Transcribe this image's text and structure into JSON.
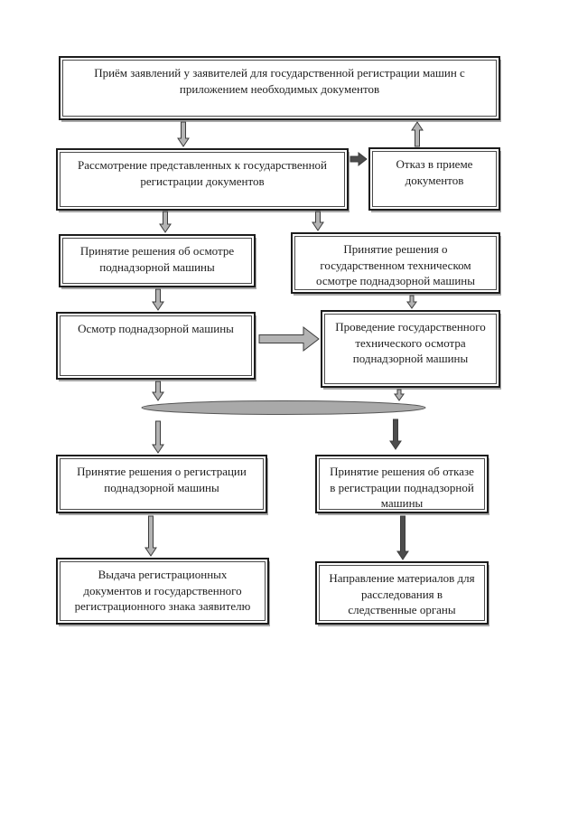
{
  "nodes": {
    "intake": {
      "label": "Приём заявлений у заявителей для государственной регистрации машин с приложением необходимых документов"
    },
    "review": {
      "label": "Рассмотрение представленных к государственной регистрации документов"
    },
    "refusal": {
      "label": "Отказ в приеме документов"
    },
    "decision_inspection": {
      "label": "Принятие решения об осмотре поднадзорной машины"
    },
    "decision_tech": {
      "label": "Принятие решения о государственном техническом осмотре поднадзорной машины"
    },
    "inspection": {
      "label": "Осмотр поднадзорной машины"
    },
    "tech_inspection": {
      "label": "Проведение государственного технического осмотра поднадзорной машины"
    },
    "decision_register": {
      "label": "Принятие решения о регистрации поднадзорной машины"
    },
    "decision_refuse": {
      "label": "Принятие решения об отказе в регистрации поднадзорной машины"
    },
    "issue_documents": {
      "label": "Выдача регистрационных документов и государственного регистрационного знака заявителю"
    },
    "send_materials": {
      "label": "Направление материалов для расследования в следственные органы"
    }
  },
  "connectors": [
    {
      "id": "intake-to-review",
      "style": "light"
    },
    {
      "id": "refusal-to-intake",
      "style": "light"
    },
    {
      "id": "review-to-refusal",
      "style": "dark"
    },
    {
      "id": "review-to-decision-inspection",
      "style": "light"
    },
    {
      "id": "review-to-decision-tech",
      "style": "light"
    },
    {
      "id": "decision-inspection-to-inspection",
      "style": "light"
    },
    {
      "id": "decision-tech-to-tech-inspection",
      "style": "light"
    },
    {
      "id": "inspection-to-tech-inspection",
      "style": "light"
    },
    {
      "id": "inspection-to-junction",
      "style": "light"
    },
    {
      "id": "tech-inspection-to-junction",
      "style": "light"
    },
    {
      "id": "junction-to-decision-register",
      "style": "light"
    },
    {
      "id": "junction-to-decision-refuse",
      "style": "dark"
    },
    {
      "id": "decision-register-to-issue",
      "style": "light"
    },
    {
      "id": "decision-refuse-to-send",
      "style": "dark"
    }
  ],
  "junction": {
    "shape": "ellipse"
  },
  "colors": {
    "page_bg": "#ffffff",
    "box_border": "#1c1c1c",
    "arrow_light_fill": "#b3b3b3",
    "arrow_dark_fill": "#4d4d4d",
    "arrow_outline": "#3c3c3c",
    "ellipse_fill": "#a9a9a9",
    "ellipse_outline": "#555555"
  }
}
